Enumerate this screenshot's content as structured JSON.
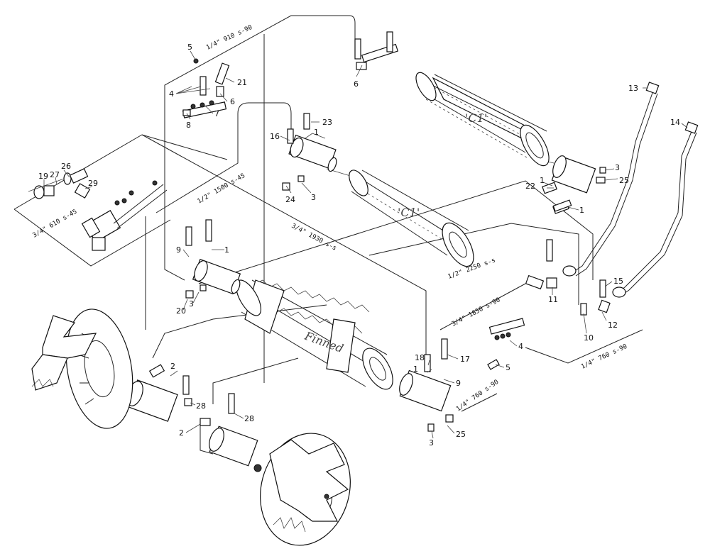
{
  "hose_labels": [
    "1/4\" 910 s-90",
    "1/2\" 1500 s-45",
    "3/4\" 610 s-45",
    "3/4\" 1930 s-s",
    "1/2\" 2250 s-s",
    "3/4\" 1850 s-90",
    "1/4\" 760 s-90",
    "1/4\" 760 s-90"
  ],
  "drum_labels": [
    "'C1'",
    "'C1'",
    "Finned"
  ],
  "callouts": [
    "5",
    "4",
    "6",
    "7",
    "8",
    "21",
    "6",
    "23",
    "16",
    "1",
    "3",
    "24",
    "26",
    "27",
    "19",
    "29",
    "1",
    "9",
    "3",
    "20",
    "13",
    "14",
    "3",
    "25",
    "1",
    "22",
    "1",
    "11",
    "15",
    "10",
    "12",
    "4",
    "5",
    "18",
    "1",
    "17",
    "9",
    "25",
    "3",
    "2",
    "28",
    "28",
    "2"
  ]
}
